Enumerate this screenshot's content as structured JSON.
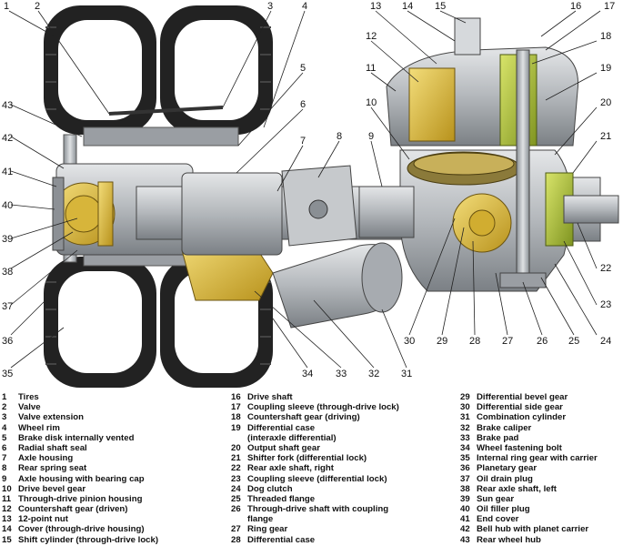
{
  "callouts": [
    "1",
    "2",
    "3",
    "4",
    "5",
    "6",
    "7",
    "8",
    "9",
    "10",
    "11",
    "12",
    "13",
    "14",
    "15",
    "16",
    "17",
    "18",
    "19",
    "20",
    "21",
    "22",
    "23",
    "24",
    "25",
    "26",
    "27",
    "28",
    "29",
    "30",
    "31",
    "32",
    "33",
    "34",
    "35",
    "36",
    "37",
    "38",
    "39",
    "40",
    "41",
    "42",
    "43"
  ],
  "legend": {
    "col1": [
      {
        "num": "1",
        "text": "Tires"
      },
      {
        "num": "2",
        "text": "Valve"
      },
      {
        "num": "3",
        "text": "Valve extension"
      },
      {
        "num": "4",
        "text": "Wheel rim"
      },
      {
        "num": "5",
        "text": "Brake disk internally vented"
      },
      {
        "num": "6",
        "text": "Radial shaft seal"
      },
      {
        "num": "7",
        "text": "Axle housing"
      },
      {
        "num": "8",
        "text": "Rear spring seat"
      },
      {
        "num": "9",
        "text": "Axle housing with bearing cap"
      },
      {
        "num": "10",
        "text": "Drive bevel gear"
      },
      {
        "num": "11",
        "text": "Through-drive pinion housing"
      },
      {
        "num": "12",
        "text": "Countershaft gear (driven)"
      },
      {
        "num": "13",
        "text": "12-point nut"
      },
      {
        "num": "14",
        "text": "Cover (through-drive housing)"
      },
      {
        "num": "15",
        "text": "Shift cylinder (through-drive lock)"
      }
    ],
    "col2": [
      {
        "num": "16",
        "text": "Drive shaft"
      },
      {
        "num": "17",
        "text": "Coupling sleeve (through-drive lock)"
      },
      {
        "num": "18",
        "text": "Countershaft gear (driving)"
      },
      {
        "num": "19",
        "text": "Differential case"
      },
      {
        "num": "",
        "text": "(interaxle differential)"
      },
      {
        "num": "20",
        "text": "Output shaft gear"
      },
      {
        "num": "21",
        "text": "Shifter fork (differential lock)"
      },
      {
        "num": "22",
        "text": "Rear axle shaft, right"
      },
      {
        "num": "23",
        "text": "Coupling sleeve (differential lock)"
      },
      {
        "num": "24",
        "text": "Dog clutch"
      },
      {
        "num": "25",
        "text": "Threaded flange"
      },
      {
        "num": "26",
        "text": "Through-drive shaft with coupling"
      },
      {
        "num": "",
        "text": "flange"
      },
      {
        "num": "27",
        "text": "Ring gear"
      },
      {
        "num": "28",
        "text": "Differential case"
      }
    ],
    "col3": [
      {
        "num": "29",
        "text": "Differential bevel gear"
      },
      {
        "num": "30",
        "text": "Differential side gear"
      },
      {
        "num": "31",
        "text": "Combination cylinder"
      },
      {
        "num": "32",
        "text": "Brake caliper"
      },
      {
        "num": "33",
        "text": "Brake pad"
      },
      {
        "num": "34",
        "text": "Wheel fastening bolt"
      },
      {
        "num": "35",
        "text": "Internal ring gear with carrier"
      },
      {
        "num": "36",
        "text": "Planetary gear"
      },
      {
        "num": "37",
        "text": "Oil drain plug"
      },
      {
        "num": "38",
        "text": "Rear axle shaft, left"
      },
      {
        "num": "39",
        "text": "Sun gear"
      },
      {
        "num": "40",
        "text": "Oil filler plug"
      },
      {
        "num": "41",
        "text": "End cover"
      },
      {
        "num": "42",
        "text": "Bell hub with planet carrier"
      },
      {
        "num": "43",
        "text": "Rear wheel hub"
      }
    ]
  },
  "colors": {
    "housing": "#b9bcc0",
    "housing_dark": "#6e7378",
    "tire": "#1e1e1e",
    "gear_yellow": "#e6c23c",
    "gear_green": "#b4c832",
    "gear_light": "#d9dcdf"
  }
}
